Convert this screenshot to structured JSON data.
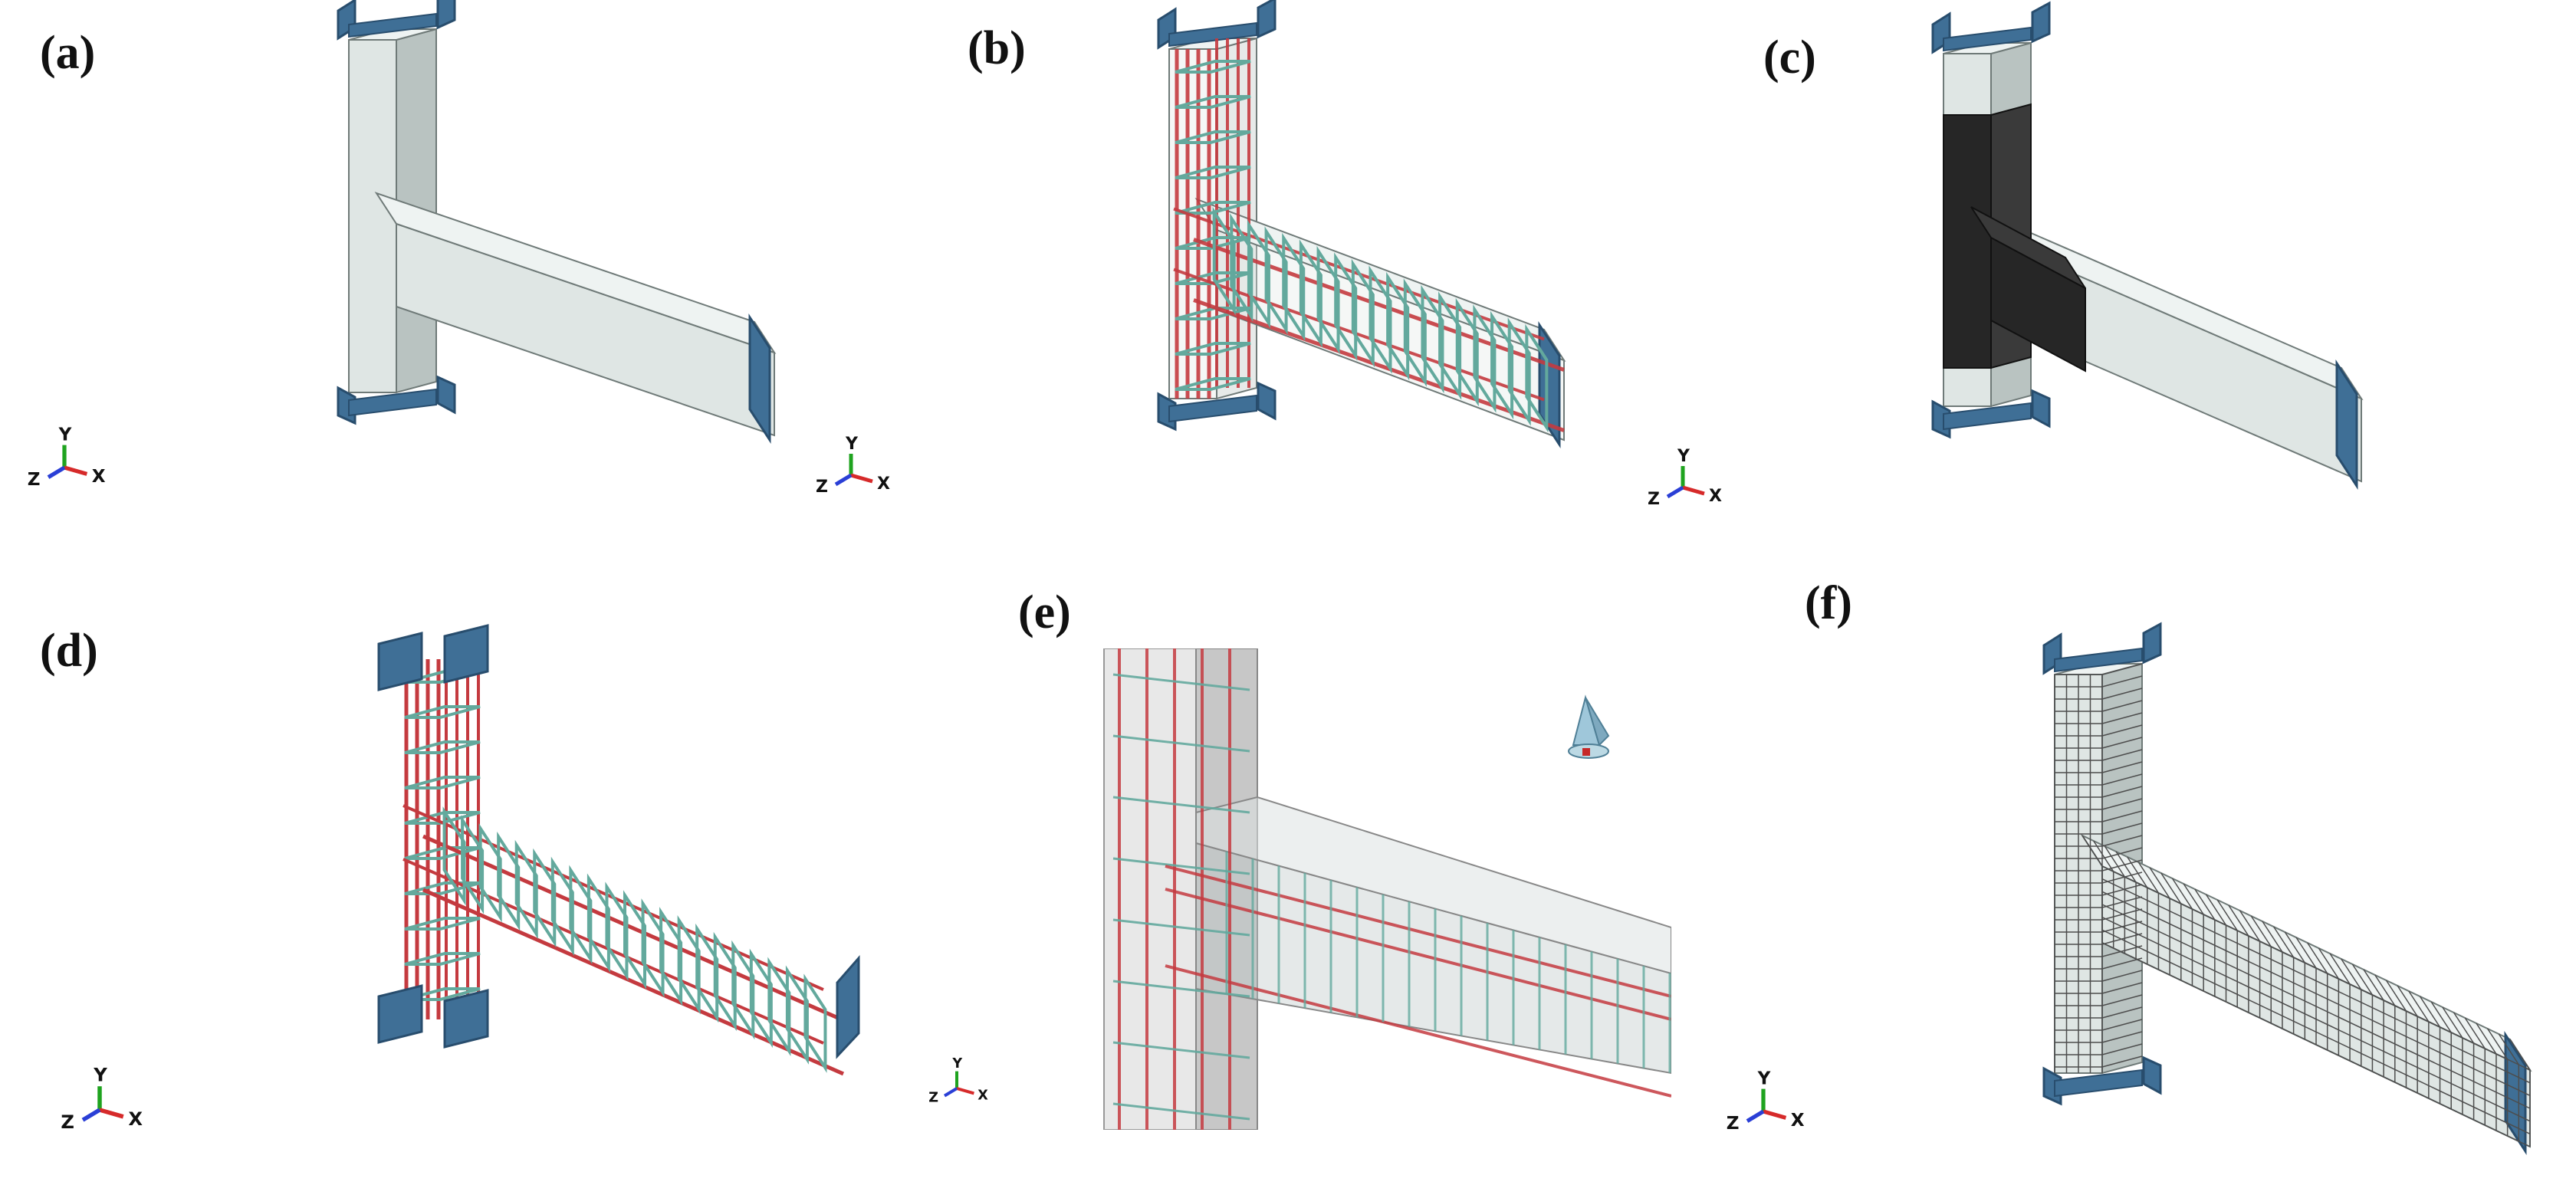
{
  "panels": [
    {
      "label": "(a)"
    },
    {
      "label": "(b)"
    },
    {
      "label": "(c)"
    },
    {
      "label": "(d)"
    },
    {
      "label": "(e)"
    },
    {
      "label": "(f)"
    }
  ],
  "axis_triad": {
    "y": "Y",
    "x": "X",
    "z": "Z"
  },
  "colors": {
    "concrete": "#dfe6e4",
    "concrete_dark": "#b9c3c1",
    "loading_plate": "#3f6f96",
    "loading_plate_dark": "#284d6d",
    "rebar_longitudinal": "#c43a3f",
    "rebar_stirrup": "#63a99d",
    "cohesive_zone": "#262626",
    "mesh_line": "#4d4d4d",
    "axis_y": "#1fa31f",
    "axis_x": "#d62a2a",
    "axis_z": "#2a3fd6"
  }
}
